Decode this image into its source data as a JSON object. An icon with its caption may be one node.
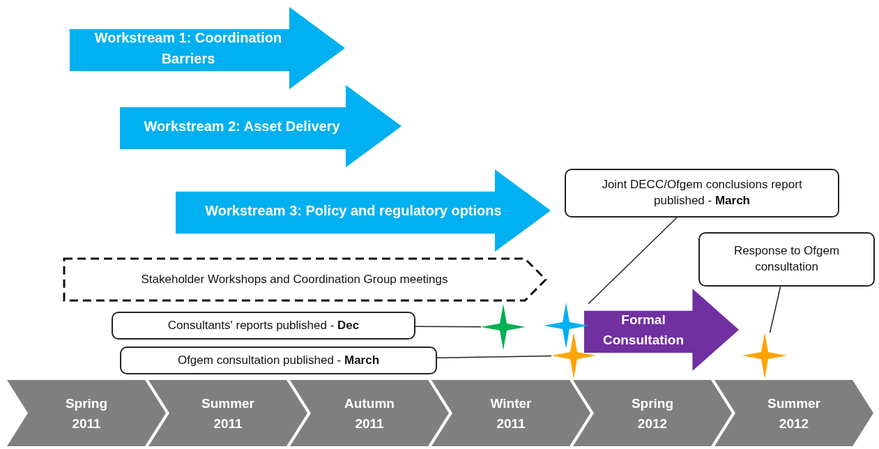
{
  "diagram": {
    "nodes": [
      {
        "text": [
          "Workstream 1: Coordination Barriers"
        ]
      },
      {
        "text": [
          "Workstream 2: Asset Delivery"
        ]
      },
      {
        "text": [
          "Workstream 3: Policy and regulatory options"
        ]
      },
      {
        "text": [
          "Stakeholder Workshops and Coordination Group meetings"
        ]
      },
      {
        "text": [
          "Joint DECC/Ofgem conclusions report published - **March**"
        ]
      },
      {
        "text": [
          "Response to Ofgem consultation"
        ]
      },
      {
        "text": [
          "Consultants' reports published - **Dec**"
        ]
      },
      {
        "text": [
          "Ofgem consultation published - **March**"
        ]
      },
      {
        "text": [
          "Formal Consultation"
        ]
      },
      {
        "text": [
          "Spring 2011"
        ]
      },
      {
        "text": [
          "Summer 2011"
        ]
      },
      {
        "text": [
          "Autumn 2011"
        ]
      },
      {
        "text": [
          "Winter 2011"
        ]
      },
      {
        "text": [
          "Spring 2012"
        ]
      },
      {
        "text": [
          "Summer 2012"
        ]
      },
      {
        "text": [],
        "shape": "star"
      },
      {
        "text": [],
        "shape": "star"
      },
      {
        "text": [],
        "shape": "star"
      },
      {
        "text": [],
        "shape": "star"
      }
    ],
    "edges": [
      {
        "from": 4,
        "to": 16,
        "arrow": "none"
      },
      {
        "from": 5,
        "to": 18,
        "arrow": "none"
      },
      {
        "from": 6,
        "to": 15,
        "arrow": "none"
      },
      {
        "from": 7,
        "to": 17,
        "arrow": "none"
      }
    ]
  }
}
